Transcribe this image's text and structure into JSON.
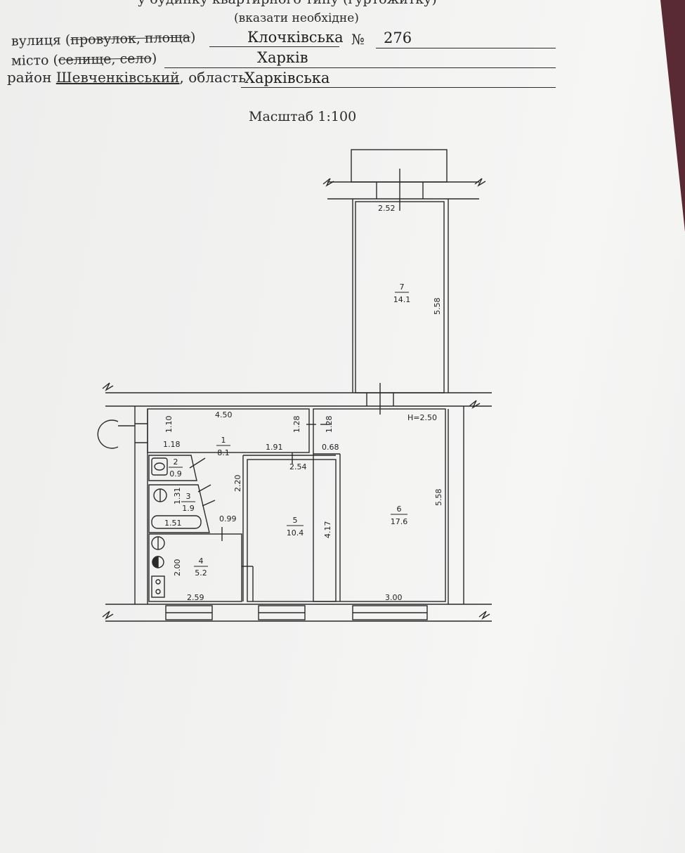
{
  "header": {
    "top_line": "у будинку квартирного типу (гуртожитку)",
    "top_note": "(вказати необхідне)",
    "street_label": "вулиця (",
    "street_struck": "провулок, площа",
    "street_close": ")",
    "street_value": "Клочківська",
    "number_label": "№",
    "number_value": "276",
    "city_label": "місто (",
    "city_struck": "селище, село",
    "city_close": ")",
    "city_value": "Харків",
    "district_label": "район",
    "district_value": "Шевченківський",
    "region_label": ", область",
    "region_value": "Харківська",
    "scale": "Масштаб 1:100"
  },
  "plan": {
    "ceiling_height": "H=2.50",
    "rooms": [
      {
        "num": "1",
        "area": "8.1"
      },
      {
        "num": "2",
        "area": "0.9"
      },
      {
        "num": "3",
        "area": "1.9"
      },
      {
        "num": "4",
        "area": "5.2"
      },
      {
        "num": "5",
        "area": "10.4"
      },
      {
        "num": "6",
        "area": "17.6"
      },
      {
        "num": "7",
        "area": "14.1"
      }
    ],
    "dimensions": {
      "room7_width": "2.52",
      "room7_length": "5.58",
      "room1_width": "4.50",
      "room1_side": "1.10",
      "room1_inner": "1.18",
      "hall_a": "1.28",
      "hall_b": "1.28",
      "hall_c": "1.91",
      "hall_d": "0.68",
      "room5_width": "2.54",
      "room5_length": "4.17",
      "corridor_len": "2.20",
      "bath_len": "1.31",
      "bath_width": "1.51",
      "passage": "0.99",
      "kitchen_len": "2.00",
      "kitchen_width": "2.59",
      "room6_width": "3.00",
      "room6_length": "5.58"
    }
  }
}
